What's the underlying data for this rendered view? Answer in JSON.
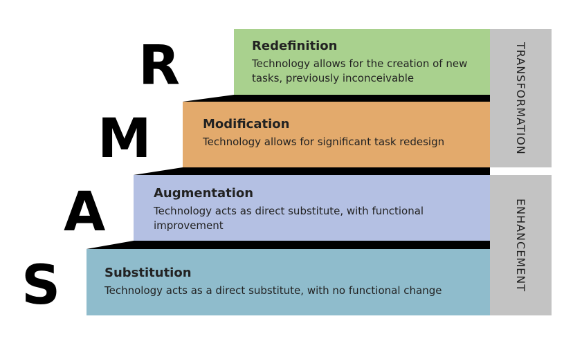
{
  "levels": {
    "redefinition": {
      "letter": "R",
      "title": "Redefinition",
      "desc_line1": "Technology allows for the creation of new",
      "desc_line2": "tasks, previously inconceivable",
      "color": "#a9d18e"
    },
    "modification": {
      "letter": "M",
      "title": "Modification",
      "desc_line1": "Technology allows for significant task redesign",
      "color": "#e3aa6c"
    },
    "augmentation": {
      "letter": "A",
      "title": "Augmentation",
      "desc_line1": "Technology acts as direct substitute, with functional",
      "desc_line2": "improvement",
      "color": "#b4c0e3"
    },
    "substitution": {
      "letter": "S",
      "title": "Substitution",
      "desc_line1": "Technology acts as a direct substitute, with no functional change",
      "color": "#8fbccc"
    }
  },
  "groups": {
    "transformation": "TRANSFORMATION",
    "enhancement": "ENHANCEMENT"
  },
  "colors": {
    "side_bar": "#c3c3c3",
    "wedge": "#000000"
  }
}
